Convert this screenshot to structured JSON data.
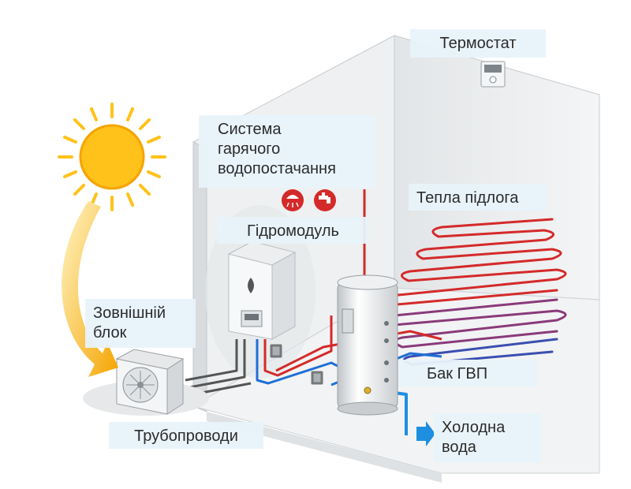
{
  "labels": {
    "thermostat": "Термостат",
    "hot_water_system": "Система\nгарячого\nводопостачання",
    "warm_floor": "Тепла підлога",
    "hydromodule": "Гідромодуль",
    "outdoor_unit": "Зовнішній\nблок",
    "dhw_tank": "Бак ГВП",
    "pipelines": "Трубопроводи",
    "cold_water": "Холодна\nвода"
  },
  "icons": [
    "sun-icon",
    "shower-icon",
    "faucet-icon",
    "thermostat-device-icon",
    "fan-icon",
    "arrow-right-icon"
  ],
  "colors": {
    "hot_pipe": "#d42a2a",
    "cold_pipe": "#1f6fd6",
    "cold_water_arrow": "#1e8fe0",
    "sun": "#ffc21a",
    "label_bg": "#e8f3fa"
  }
}
